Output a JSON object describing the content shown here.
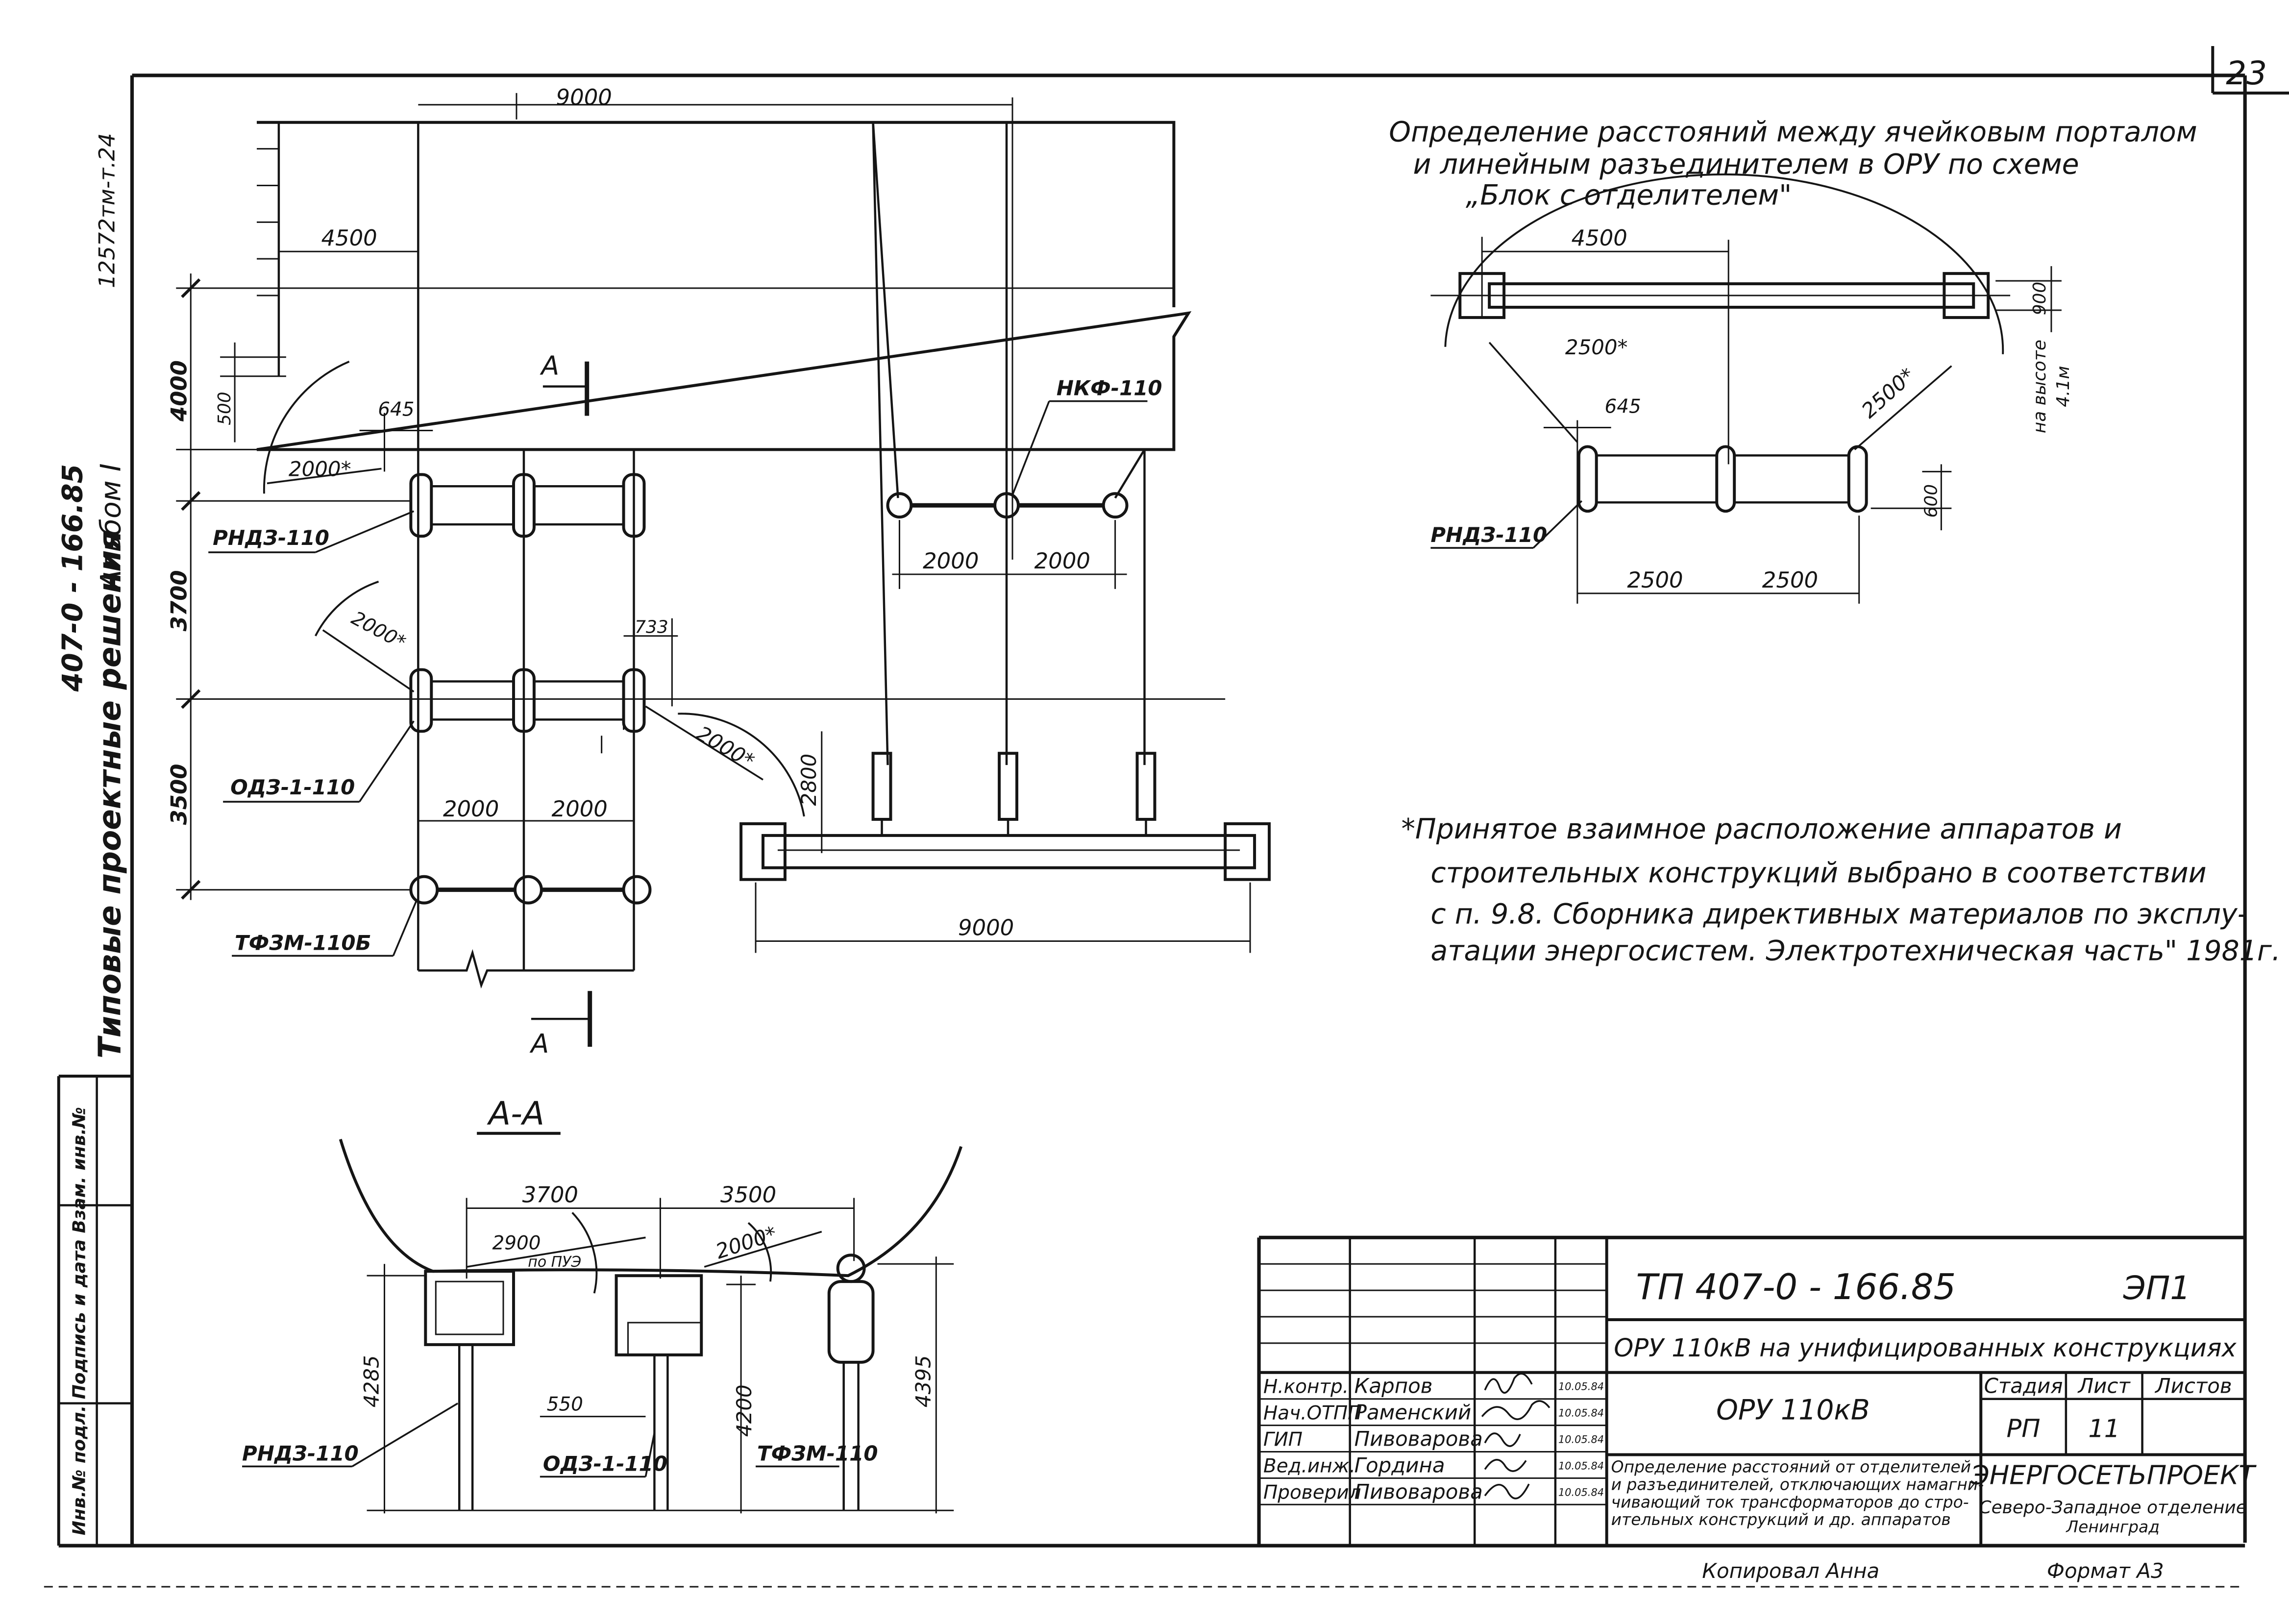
{
  "page_number": "23",
  "side": {
    "code": "12572тм-т.24",
    "project_no": "407-0 - 166.85",
    "album": "Альбом I",
    "series": "Типовые проектные решения",
    "stamp": "Инв.№ подл. Подпись и дата Взам. инв.№"
  },
  "plan": {
    "dim_top": "9000",
    "dim_4500": "4500",
    "dim_4000": "4000",
    "dim_500": "500",
    "dim_645": "645",
    "dim_2000s_a": "2000*",
    "dim_3700": "3700",
    "dim_2000s_b": "2000*",
    "dim_733": "733",
    "dim_2000s_c": "2000*",
    "dim_3500": "3500",
    "dim_2000_a": "2000",
    "dim_2000_b": "2000",
    "section_mark_top": "А",
    "section_mark_bottom": "А",
    "label_rnda": "РНДЗ-110",
    "label_oda": "ОДЗ-1-110",
    "label_tfzm": "ТФЗМ-110Б"
  },
  "portal": {
    "label_nkf": "НКФ-110",
    "dim_2000_a": "2000",
    "dim_2000_b": "2000",
    "dim_2800": "2800",
    "dim_9000": "9000"
  },
  "right_plan": {
    "title_l1": "Определение расстояний между ячейковым порталом",
    "title_l2": "и линейным разъединителем в ОРУ по схеме",
    "title_l3": "„Блок с отделителем\"",
    "dim_4500": "4500",
    "dim_2500s_a": "2500*",
    "dim_2500s_b": "2500*",
    "dim_645": "645",
    "dim_900": "900",
    "note_height": "на высоте",
    "note_height2": "4.1м",
    "dim_600": "600",
    "label_rnda": "РНДЗ-110",
    "dim_2500_a": "2500",
    "dim_2500_b": "2500"
  },
  "note": {
    "l1": "*Принятое взаимное расположение аппаратов и",
    "l2": "строительных конструкций выбрано в соответствии",
    "l3": "с п. 9.8. Сборника директивных материалов по эксплу-",
    "l4": "атации энергосистем. Электротехническая часть\" 1981г."
  },
  "section": {
    "title": "А-А",
    "dim_3700": "3700",
    "dim_3500": "3500",
    "dim_2900": "2900",
    "dim_2900_note": "по ПУЭ",
    "dim_2000s": "2000*",
    "dim_4285": "4285",
    "dim_550": "550",
    "dim_4200": "4200",
    "dim_4395": "4395",
    "label_rnda": "РНДЗ-110",
    "label_oda": "ОДЗ-1-110",
    "label_tfzm": "ТФЗМ-110"
  },
  "title_block": {
    "doc_code": "ТП 407-0 - 166.85",
    "sheet_mark": "ЭП1",
    "project_title": "ОРУ 110кВ на унифицированных конструкциях",
    "object_name": "ОРУ 110кВ",
    "col_stage": "Стадия",
    "col_sheet": "Лист",
    "col_sheets": "Листов",
    "stage": "РП",
    "sheet": "11",
    "sheets": "",
    "sheet_title_l1": "Определение расстояний от отделителей",
    "sheet_title_l2": "и разъединителей, отключающих намагни-",
    "sheet_title_l3": "чивающий ток трансформаторов до стро-",
    "sheet_title_l4": "ительных конструкций и др. аппаратов",
    "org_l1": "ЭНЕРГОСЕТЬПРОЕКТ",
    "org_l2": "Северо-Западное отделение",
    "org_l3": "Ленинград",
    "staff": [
      {
        "role": "Н.контр.",
        "name": "Карпов",
        "date": "10.05.84"
      },
      {
        "role": "Нач.ОТПП",
        "name": "Раменский",
        "date": "10.05.84"
      },
      {
        "role": "ГИП",
        "name": "Пивоварова",
        "date": "10.05.84"
      },
      {
        "role": "Вед.инж.",
        "name": "Гордина",
        "date": "10.05.84"
      },
      {
        "role": "Проверил",
        "name": "Пивоварова",
        "date": "10.05.84"
      }
    ]
  },
  "footer": {
    "copied": "Копировал Анна",
    "format": "Формат А3"
  }
}
